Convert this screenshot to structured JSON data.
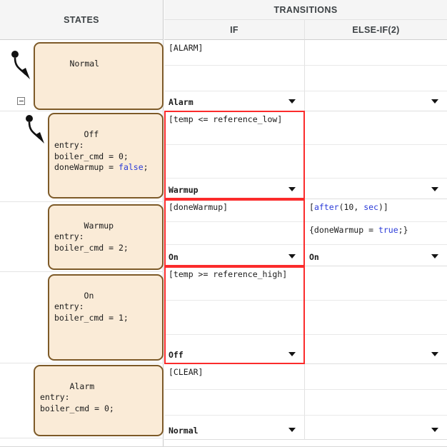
{
  "header": {
    "states_label": "STATES",
    "transitions_label": "TRANSITIONS",
    "if_label": "IF",
    "elseif_label": "ELSE-IF(2)"
  },
  "colors": {
    "state_fill": "#faebd7",
    "state_border": "#7d5a28",
    "selection": "#fb2b2b",
    "keyword": "#2b3bd8",
    "header_bg": "#f5f5f5"
  },
  "states": [
    {
      "name": "Normal",
      "lines": [
        "Normal"
      ],
      "has_default_transition": true,
      "has_collapse_toggle": true
    },
    {
      "name": "Off",
      "lines": [
        "Off",
        "entry:",
        "boiler_cmd = 0;",
        "doneWarmup = false;"
      ],
      "keyword": "false",
      "has_default_transition": true,
      "has_collapse_toggle": false
    },
    {
      "name": "Warmup",
      "lines": [
        "Warmup",
        "entry:",
        "boiler_cmd = 2;"
      ],
      "has_default_transition": false,
      "has_collapse_toggle": false
    },
    {
      "name": "On",
      "lines": [
        "On",
        "entry:",
        "boiler_cmd = 1;"
      ],
      "has_default_transition": false,
      "has_collapse_toggle": false
    },
    {
      "name": "Alarm",
      "lines": [
        "Alarm",
        "entry:",
        "boiler_cmd = 0;"
      ],
      "has_default_transition": false,
      "has_collapse_toggle": false
    }
  ],
  "rows": [
    {
      "state": "Normal",
      "if": {
        "condition": "[ALARM]",
        "action": "",
        "destination": "Alarm",
        "selected": false
      },
      "elseif": {
        "condition": "",
        "action": "",
        "destination": "",
        "selected": false
      }
    },
    {
      "state": "Off",
      "if": {
        "condition": "[temp <= reference_low]",
        "action": "",
        "destination": "Warmup",
        "selected": true
      },
      "elseif": {
        "condition": "",
        "action": "",
        "destination": "",
        "selected": false
      }
    },
    {
      "state": "Warmup",
      "if": {
        "condition": "[doneWarmup]",
        "action": "",
        "destination": "On",
        "selected": true
      },
      "elseif": {
        "condition": "[after(10, sec)]",
        "action": "{doneWarmup = true;}",
        "destination": "On",
        "selected": false
      }
    },
    {
      "state": "On",
      "if": {
        "condition": "[temp >= reference_high]",
        "action": "",
        "destination": "Off",
        "selected": true
      },
      "elseif": {
        "condition": "",
        "action": "",
        "destination": "",
        "selected": false
      }
    },
    {
      "state": "Alarm",
      "if": {
        "condition": "[CLEAR]",
        "action": "",
        "destination": "Normal",
        "selected": false
      },
      "elseif": {
        "condition": "",
        "action": "",
        "destination": "",
        "selected": false
      }
    }
  ],
  "icons": {
    "dropdown": "caret-down-icon",
    "collapse": "collapse-minus-icon",
    "default_transition": "default-transition-arrow-icon"
  }
}
